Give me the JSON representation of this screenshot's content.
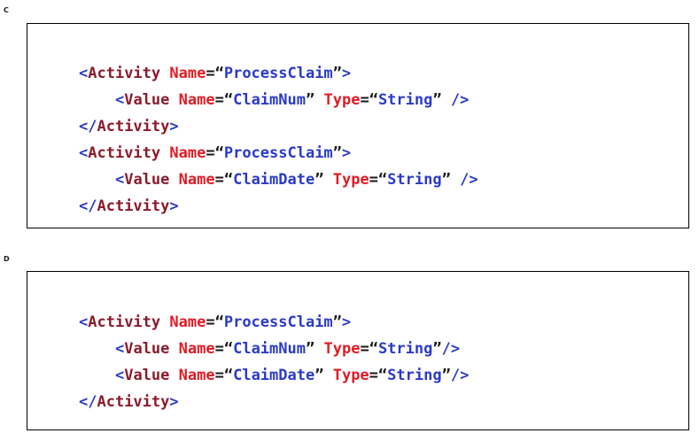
{
  "page": {
    "background_color": "#ffffff",
    "border_color": "#000000"
  },
  "token_colors": {
    "bracket": "#2A3AC8",
    "tag_name": "#8B1A2B",
    "attribute_name": "#E01B24",
    "attribute_value": "#2A3AC8",
    "equals": "#1a1a1a",
    "quote": "#1a1a1a"
  },
  "glyphs": {
    "open_angle": "<",
    "close_angle": ">",
    "slash": "/",
    "self_close": "/>",
    "close_tag_open": "</",
    "equals": "=",
    "quote_open": "“",
    "quote_close": "”",
    "indent_1": "    ",
    "space": " "
  },
  "blocks": [
    {
      "id": "c",
      "label": "C",
      "lines": [
        {
          "indent": "",
          "tag": "Activity",
          "kind": "open",
          "attrs": [
            {
              "name": "Name",
              "value": "ProcessClaim"
            }
          ],
          "terminator": ">"
        },
        {
          "indent": "    ",
          "tag": "Value",
          "kind": "self",
          "attrs": [
            {
              "name": "Name",
              "value": "ClaimNum"
            },
            {
              "name": "Type",
              "value": "String"
            }
          ],
          "terminator": " />"
        },
        {
          "indent": "",
          "tag": "Activity",
          "kind": "close",
          "attrs": [],
          "terminator": ">"
        },
        {
          "indent": "",
          "tag": "Activity",
          "kind": "open",
          "attrs": [
            {
              "name": "Name",
              "value": "ProcessClaim"
            }
          ],
          "terminator": ">"
        },
        {
          "indent": "    ",
          "tag": "Value",
          "kind": "self",
          "attrs": [
            {
              "name": "Name",
              "value": "ClaimDate"
            },
            {
              "name": "Type",
              "value": "String"
            }
          ],
          "terminator": " />"
        },
        {
          "indent": "",
          "tag": "Activity",
          "kind": "close",
          "attrs": [],
          "terminator": ">"
        }
      ]
    },
    {
      "id": "d",
      "label": "D",
      "lines": [
        {
          "indent": "",
          "tag": "Activity",
          "kind": "open",
          "attrs": [
            {
              "name": "Name",
              "value": "ProcessClaim"
            }
          ],
          "terminator": ">"
        },
        {
          "indent": "    ",
          "tag": "Value",
          "kind": "self",
          "attrs": [
            {
              "name": "Name",
              "value": "ClaimNum"
            },
            {
              "name": "Type",
              "value": "String"
            }
          ],
          "terminator": "/>"
        },
        {
          "indent": "    ",
          "tag": "Value",
          "kind": "self",
          "attrs": [
            {
              "name": "Name",
              "value": "ClaimDate"
            },
            {
              "name": "Type",
              "value": "String"
            }
          ],
          "terminator": "/>"
        },
        {
          "indent": "",
          "tag": "Activity",
          "kind": "close",
          "attrs": [],
          "terminator": ">"
        }
      ]
    }
  ]
}
